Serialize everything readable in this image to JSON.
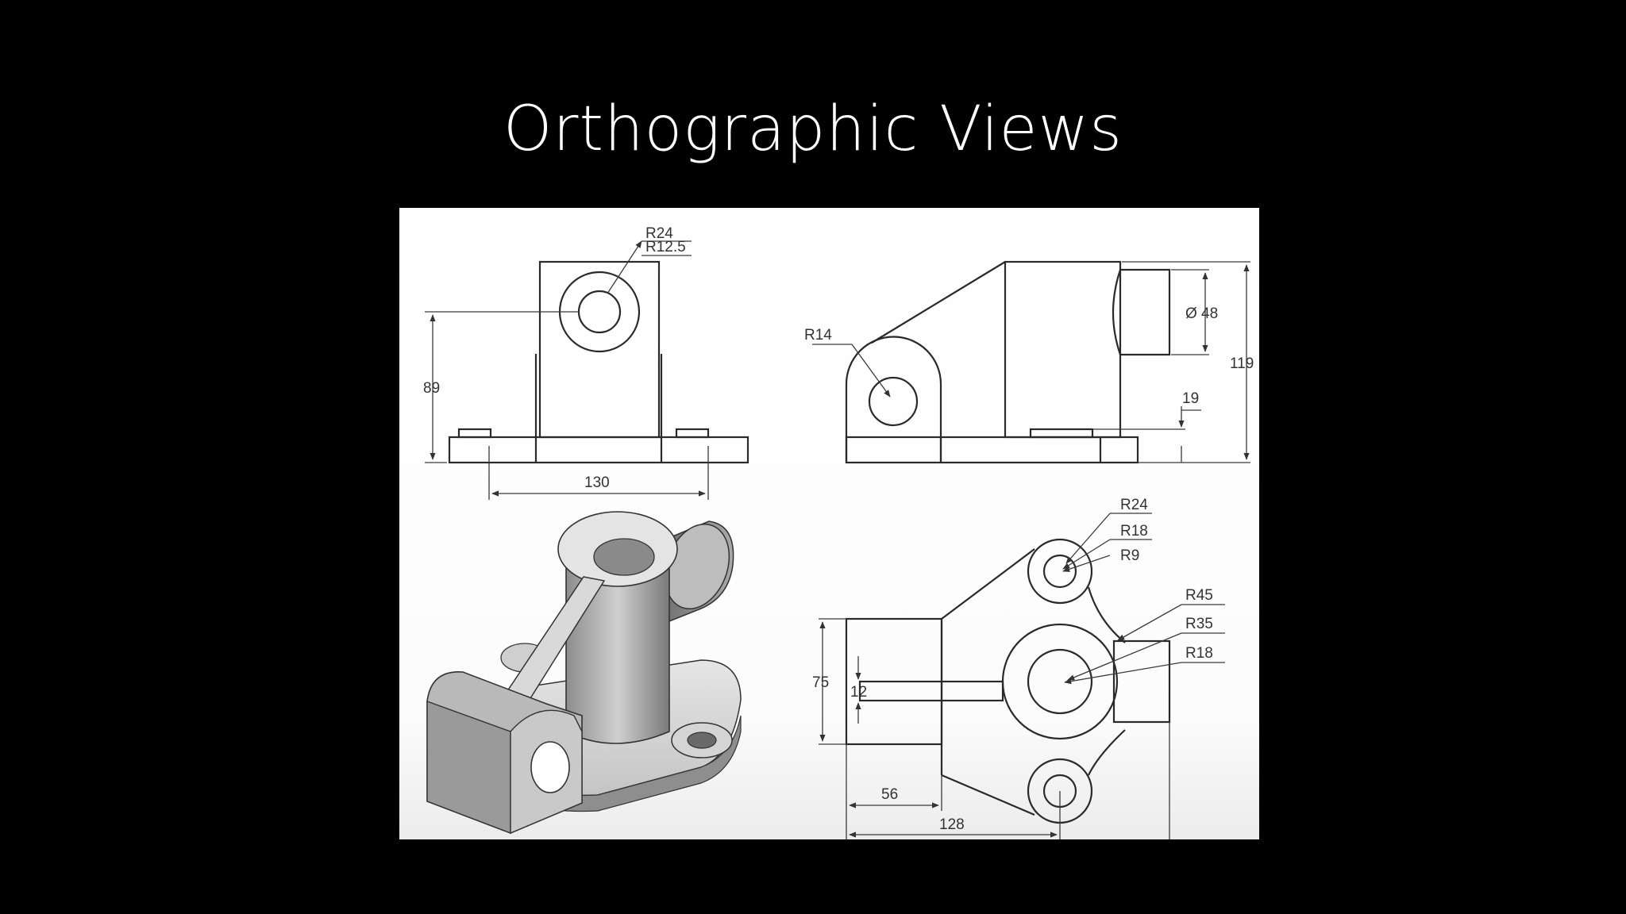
{
  "slide": {
    "title": "Orthographic Views"
  },
  "figure": {
    "front_view": {
      "labels": {
        "r_outer": "R24",
        "r_inner": "R12.5",
        "height": "89",
        "width": "130"
      }
    },
    "side_view": {
      "labels": {
        "r_boss": "R14",
        "diameter": "Ø 48",
        "height_total": "119",
        "base_thickness": "19"
      }
    },
    "top_view": {
      "labels": {
        "r_top_outer": "R24",
        "r_top_mid": "R18",
        "r_top_inner": "R9",
        "r_center_outer": "R45",
        "r_center_mid": "R35",
        "r_center_inner": "R18",
        "height": "75",
        "slot": "12",
        "len_short": "56",
        "len_long": "128"
      }
    }
  },
  "colors": {
    "background": "#000000",
    "title": "#ffffff",
    "sheet": "#ffffff",
    "line": "#2a2a2a"
  }
}
